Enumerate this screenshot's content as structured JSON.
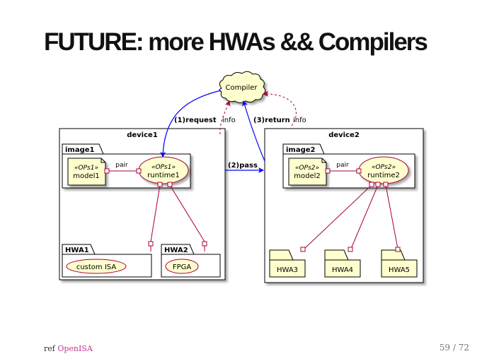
{
  "slide": {
    "title": "FUTURE: more HWAs && Compilers",
    "footer_ref_prefix": "ref",
    "footer_ref_link": "OpenISA",
    "page_number": "59 / 72"
  },
  "diagram": {
    "compiler": "Compiler",
    "device1": "device1",
    "device2": "device2",
    "image1": "image1",
    "image2": "image2",
    "model1_stereotype": "«OPs1»",
    "model1": "model1",
    "runtime1_stereotype": "«OPs1»",
    "runtime1": "runtime1",
    "model2_stereotype": "«OPs2»",
    "model2": "model2",
    "runtime2_stereotype": "«OPs2»",
    "runtime2": "runtime2",
    "pair1": "pair",
    "pair2": "pair",
    "hwa1": "HWA1",
    "hwa1_content": "custom ISA",
    "hwa2": "HWA2",
    "hwa2_content": "FPGA",
    "hwa3": "HWA3",
    "hwa4": "HWA4",
    "hwa5": "HWA5",
    "edge_request": "(1)request",
    "edge_info_left": "info",
    "edge_return": "(3)return",
    "edge_info_right": "info",
    "edge_pass": "(2)pass"
  },
  "colors": {
    "node_fill": "#fefece",
    "border": "#000000",
    "node_border": "#a80036",
    "link": "#a80036",
    "arrow_blue": "#0000ff",
    "info_arrow": "#a80036",
    "footer_link": "#c0398b"
  }
}
